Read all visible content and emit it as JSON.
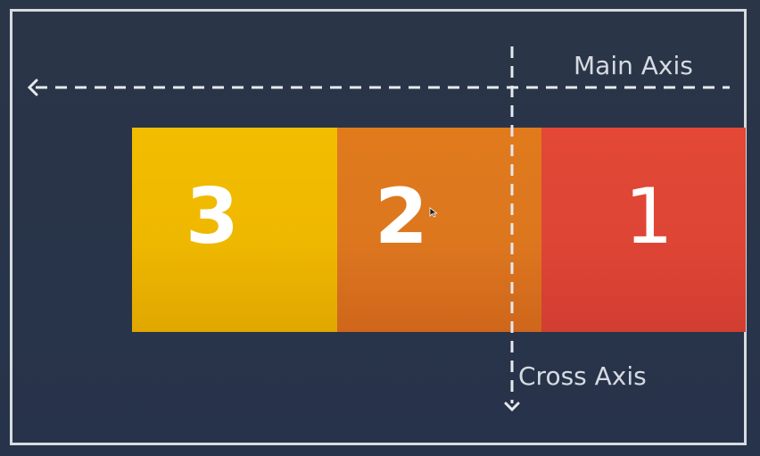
{
  "diagram": {
    "main_axis": {
      "label": "Main Axis",
      "direction": "right-to-left"
    },
    "cross_axis": {
      "label": "Cross Axis",
      "direction": "top-to-bottom"
    },
    "items": [
      {
        "label": "3",
        "color": "#f0b800"
      },
      {
        "label": "2",
        "color": "#df7a1f"
      },
      {
        "label": "1",
        "color": "#e04735"
      }
    ]
  },
  "colors": {
    "background": "#2a3547",
    "frame": "#d7dbe1",
    "axis_line": "#e6e9ee",
    "label_text": "#d6dbe2"
  }
}
